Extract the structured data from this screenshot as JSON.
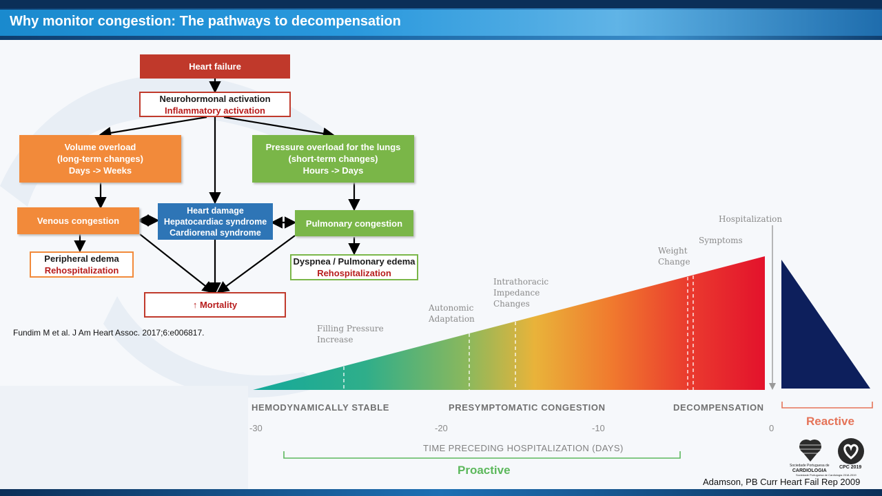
{
  "slide": {
    "title": "Why monitor congestion: The pathways to decompensation"
  },
  "flowchart": {
    "heart_failure": "Heart failure",
    "neurohormonal": "Neurohormonal activation",
    "inflammatory": "Inflammatory activation",
    "volume_overload": [
      "Volume overload",
      "(long-term changes)",
      "Days -> Weeks"
    ],
    "pressure_overload": [
      "Pressure overload for the lungs",
      "(short-term changes)",
      "Hours -> Days"
    ],
    "venous_congestion": "Venous congestion",
    "heart_damage": [
      "Heart damage",
      "Hepatocardiac syndrome",
      "Cardiorenal syndrome"
    ],
    "pulmonary_congestion": "Pulmonary congestion",
    "peripheral_edema": "Peripheral edema",
    "peripheral_rehosp": "Rehospitalization",
    "dyspnea": "Dyspnea / Pulmonary edema",
    "dyspnea_rehosp": "Rehospitalization",
    "mortality": "↑ Mortality",
    "colors": {
      "red": "#c0392b",
      "orange": "#f28a3a",
      "green": "#7ab648",
      "blue": "#2e75b6"
    }
  },
  "citation_left": "Fundim M et al. J Am Heart Assoc. 2017;6:e006817.",
  "citation_right": "Adamson, PB Curr Heart Fail Rep 2009",
  "timeline": {
    "events": {
      "filling": [
        "Filling Pressure",
        "Increase"
      ],
      "autonomic": [
        "Autonomic",
        "Adaptation"
      ],
      "intrathoracic": [
        "Intrathoracic",
        "Impedance",
        "Changes"
      ],
      "weight": [
        "Weight",
        "Change"
      ],
      "symptoms": "Symptoms",
      "hospitalization": "Hospitalization"
    },
    "phases": {
      "stable": "HEMODYNAMICALLY STABLE",
      "presymptomatic": "PRESYMPTOMATIC CONGESTION",
      "decompensation": "DECOMPENSATION"
    },
    "ticks": {
      "m30": "-30",
      "m20": "-20",
      "m10": "-10",
      "zero": "0"
    },
    "axis_title": "TIME PRECEDING HOSPITALIZATION (DAYS)",
    "proactive": "Proactive",
    "reactive": "Reactive",
    "colors": {
      "proactive": "#5cb85c",
      "reactive": "#e57358",
      "navy": "#0d1f5c"
    }
  },
  "logos": {
    "spc": [
      "Sociedade Portuguesa de",
      "CARDIOLOGIA"
    ],
    "cpc": "CPC 2019",
    "footnote": "Sociedade Portuguesa de Cardiologia 2018-2019"
  }
}
